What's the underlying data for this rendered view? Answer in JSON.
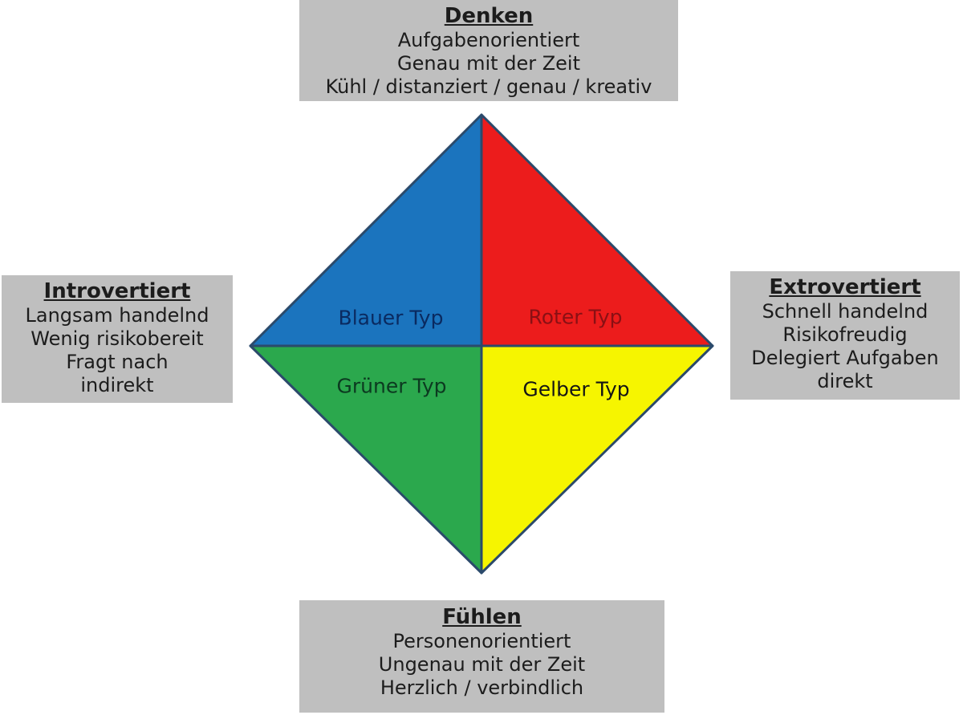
{
  "diagram": {
    "boxes": {
      "top": {
        "heading": "Denken",
        "lines": [
          "Aufgabenorientiert",
          "Genau mit der Zeit",
          "Kühl / distanziert / genau / kreativ"
        ]
      },
      "left": {
        "heading": "Introvertiert",
        "lines": [
          "Langsam handelnd",
          "Wenig risikobereit",
          "Fragt nach",
          "indirekt"
        ]
      },
      "right": {
        "heading": "Extrovertiert",
        "lines": [
          "Schnell handelnd",
          "Risikofreudig",
          "Delegiert Aufgaben",
          "direkt"
        ]
      },
      "bottom": {
        "heading": "Fühlen",
        "lines": [
          "Personenorientiert",
          "Ungenau mit der Zeit",
          "Herzlich / verbindlich"
        ]
      }
    },
    "quadrants": [
      {
        "id": "blau",
        "label": "Blauer Typ",
        "fill": "#1B74BE",
        "label_color": "#0A2A60"
      },
      {
        "id": "rot",
        "label": "Roter Typ",
        "fill": "#EC1C1C",
        "label_color": "#8A1014"
      },
      {
        "id": "gruen",
        "label": "Grüner Typ",
        "fill": "#2BA84D",
        "label_color": "#0C3A20"
      },
      {
        "id": "gelb",
        "label": "Gelber Typ",
        "fill": "#F6F500",
        "label_color": "#151515"
      }
    ],
    "colors": {
      "box_background": "#BFBFBF",
      "box_text": "#1C1C1C",
      "diamond_stroke": "#2B4A6B",
      "page_background": "#FFFFFF"
    }
  }
}
